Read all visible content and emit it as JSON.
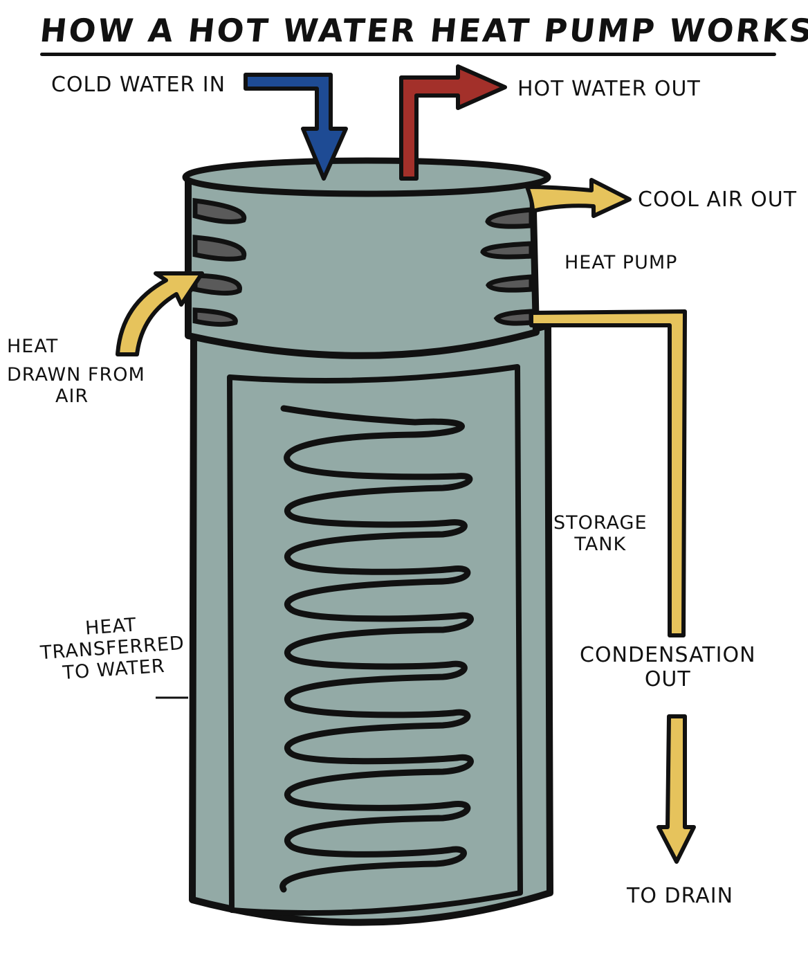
{
  "title": "How a hot water heat pump works",
  "labels": {
    "cold_water_in": "Cold water in",
    "hot_water_out": "Hot water out",
    "cool_air_out": "Cool air out",
    "heat_pump": "Heat pump",
    "heat_drawn_from_air": [
      "Heat",
      "drawn from",
      "air"
    ],
    "storage_tank": [
      "Storage",
      "tank"
    ],
    "heat_transferred_to_water": [
      "Heat",
      "transferred",
      "to water"
    ],
    "condensation_out": [
      "Condensation",
      "out"
    ],
    "to_drain": "To drain"
  },
  "colors": {
    "cold_water": "#1e4b94",
    "hot_water": "#a3302a",
    "air_and_condensate": "#e6c35c",
    "tank": "#93aaa6",
    "outline": "#111111"
  }
}
